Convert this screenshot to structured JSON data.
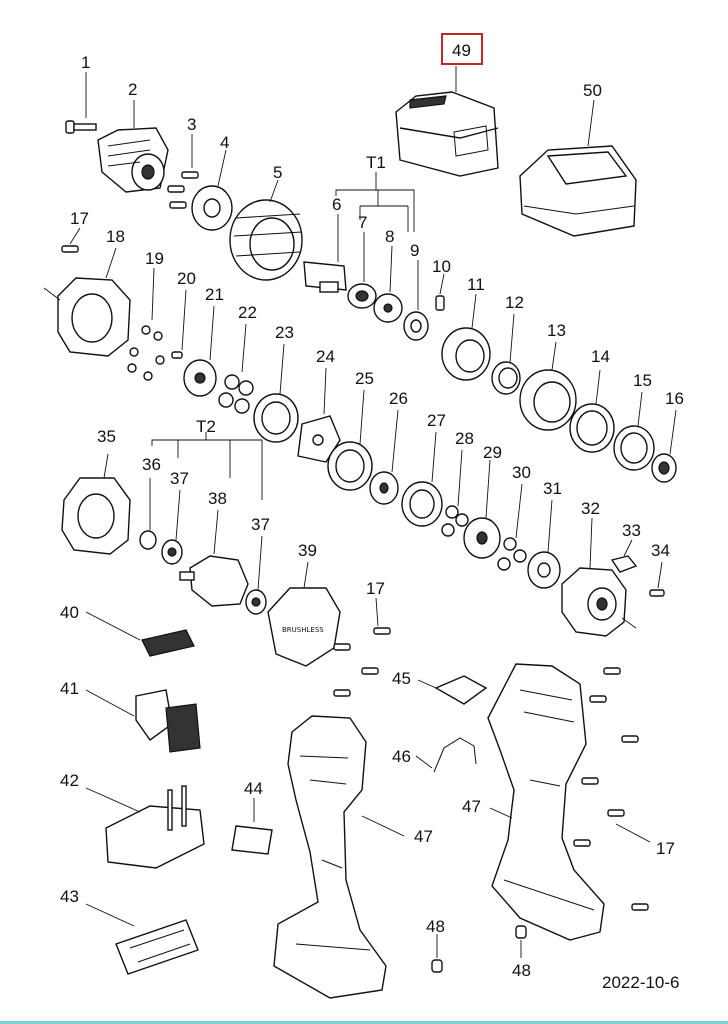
{
  "diagram": {
    "labels": {
      "p1": "1",
      "p2": "2",
      "p3": "3",
      "p4": "4",
      "p5": "5",
      "p6": "6",
      "p7": "7",
      "p8": "8",
      "p9": "9",
      "p10": "10",
      "p11": "11",
      "p12": "12",
      "p13": "13",
      "p14": "14",
      "p15": "15",
      "p16": "16",
      "p17a": "17",
      "p18": "18",
      "p19": "19",
      "p20": "20",
      "p21": "21",
      "p22": "22",
      "p23": "23",
      "p24": "24",
      "p25": "25",
      "p26": "26",
      "p27": "27",
      "p28": "28",
      "p29": "29",
      "p30": "30",
      "p31": "31",
      "p32": "32",
      "p33": "33",
      "p34": "34",
      "p35": "35",
      "p36": "36",
      "p37a": "37",
      "p37b": "37",
      "p38": "38",
      "p39": "39",
      "p40": "40",
      "p41": "41",
      "p42": "42",
      "p43": "43",
      "p44": "44",
      "p45": "45",
      "p46": "46",
      "p47a": "47",
      "p47b": "47",
      "p48a": "48",
      "p48b": "48",
      "p49": "49",
      "p50": "50",
      "p17b": "17",
      "p17c": "17",
      "t1": "T1",
      "t2": "T2"
    },
    "date": "2022-10-6",
    "badge_text": "BRUSHLESS",
    "highlight_color": "#c0282d"
  }
}
